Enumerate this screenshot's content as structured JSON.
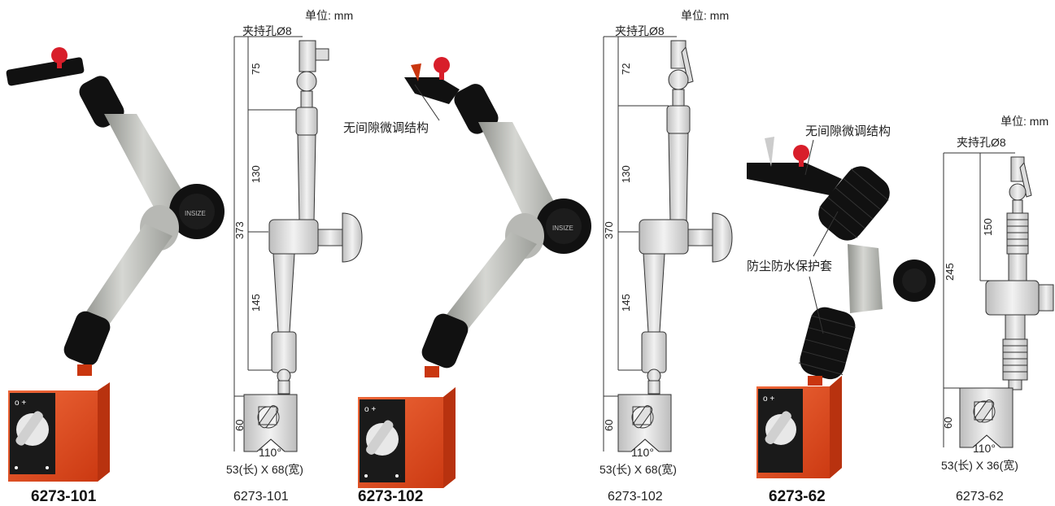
{
  "colors": {
    "arm_gray": "#c7c8c4",
    "arm_shadow": "#8f918c",
    "grip_black": "#111111",
    "magnet_red": "#e8481f",
    "magnet_dark": "#b8320f",
    "knob_red": "#d81e2a",
    "faceplate": "#1a1a1a",
    "line_drawing": "#333333"
  },
  "products": [
    {
      "photo_model": "6273-101",
      "drawing": {
        "unit_label": "单位: mm",
        "clamp_label": "夹持孔Ø8",
        "dims": [
          "75",
          "130",
          "373",
          "145",
          "60"
        ],
        "angle": "110°",
        "base_size": "53(长) X 68(宽)",
        "model": "6273-101"
      }
    },
    {
      "photo_model": "6273-102",
      "feature_label": "无间隙微调结构",
      "drawing": {
        "unit_label": "单位: mm",
        "clamp_label": "夹持孔Ø8",
        "dims": [
          "72",
          "130",
          "370",
          "145",
          "60"
        ],
        "angle": "110°",
        "base_size": "53(长) X 68(宽)",
        "model": "6273-102"
      }
    },
    {
      "photo_model": "6273-62",
      "feature_label": "无间隙微调结构",
      "feature_label_2": "防尘防水保护套",
      "drawing": {
        "unit_label": "单位: mm",
        "clamp_label": "夹持孔Ø8",
        "dims": [
          "150",
          "245",
          "60"
        ],
        "angle": "110°",
        "base_size": "53(长) X 36(宽)",
        "model": "6273-62"
      }
    }
  ]
}
